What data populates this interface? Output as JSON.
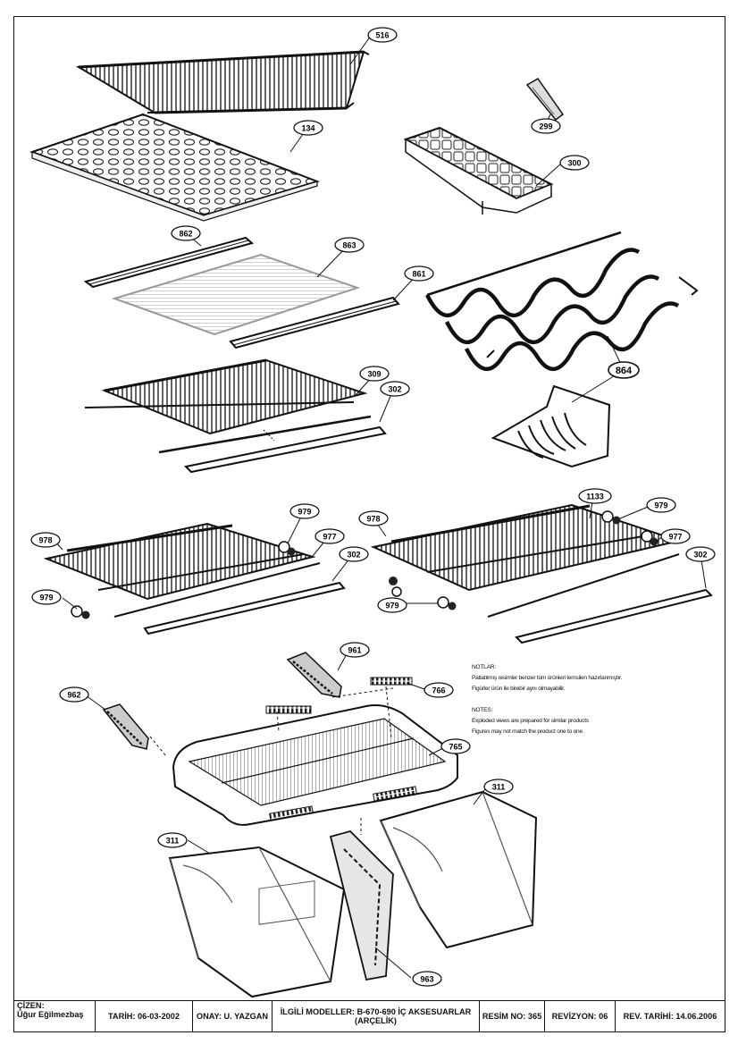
{
  "labels": {
    "p516": "516",
    "p134": "134",
    "p299": "299",
    "p300": "300",
    "p862": "862",
    "p863": "863",
    "p861": "861",
    "p864": "864",
    "p309": "309",
    "p302a": "302",
    "p978a": "978",
    "p979a": "979",
    "p977a": "977",
    "p302b": "302",
    "p979b": "979",
    "p978b": "978",
    "p1133": "1133",
    "p979c": "979",
    "p977b": "977",
    "p302c": "302",
    "p979d": "979",
    "p961": "961",
    "p766": "766",
    "p962": "962",
    "p765": "765",
    "p311a": "311",
    "p311b": "311",
    "p963": "963"
  },
  "notes": {
    "tr_title": "NOTLAR:",
    "tr_line1": "Patlatılmış resimler benzer tüm ürünleri temsilen hazırlanmıştır.",
    "tr_line2": "Figürler ürün ile birebir aynı olmayabilir.",
    "en_title": "NOTES:",
    "en_line1": "Exploded views are prepared for similar products",
    "en_line2": "Figures may not match the product one to one."
  },
  "title_block": {
    "drawn_label": "ÇİZEN:",
    "drawn_by": "Üğur Eğilmezbaş",
    "date": "TARİH: 06-03-2002",
    "approval": "ONAY: U. YAZGAN",
    "models_line1": "İLGİLİ MODELLER: B-670-690 İÇ AKSESUARLAR",
    "models_line2": "(ARÇELİK)",
    "drawing_no": "RESİM NO: 365",
    "revision": "REVİZYON: 06",
    "rev_date": "REV. TARİHİ: 14.06.2006"
  }
}
